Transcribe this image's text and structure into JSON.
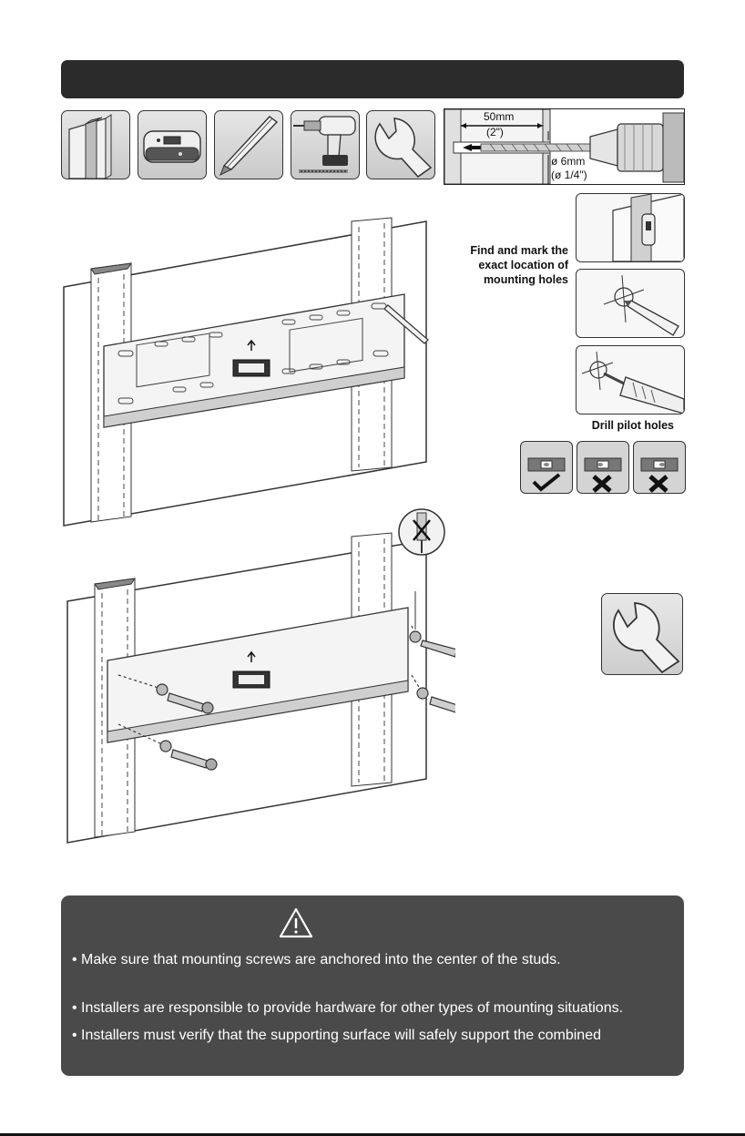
{
  "tools": [
    {
      "icon": "wall-stud-icon"
    },
    {
      "icon": "stud-finder-icon"
    },
    {
      "icon": "pencil-icon"
    },
    {
      "icon": "power-drill-icon"
    },
    {
      "icon": "wrench-icon"
    }
  ],
  "drill_spec": {
    "depth_mm": "50mm",
    "depth_in": "(2\")",
    "diameter_mm": "ø 6mm",
    "diameter_in": "(ø 1/4\")"
  },
  "steps": {
    "find_mark_caption": [
      "Find and mark the",
      "exact location of",
      "mounting holes"
    ],
    "drill_caption": "Drill pilot holes"
  },
  "level_check": [
    {
      "state": "correct",
      "icon": "checkmark-icon"
    },
    {
      "state": "incorrect",
      "icon": "x-mark-icon"
    },
    {
      "state": "incorrect",
      "icon": "x-mark-icon"
    }
  ],
  "warning": {
    "icon": "warning-triangle-icon",
    "items": [
      "Make sure that mounting screws are anchored into the center of the studs.",
      "Installers are responsible to provide hardware for other types of mounting situations.",
      "Installers must verify that the supporting surface will safely support the combined"
    ]
  },
  "colors": {
    "header_bar": "#2b2b2b",
    "warning_box": "#4a4a4a",
    "tile_fill": "#d6d6d6"
  }
}
